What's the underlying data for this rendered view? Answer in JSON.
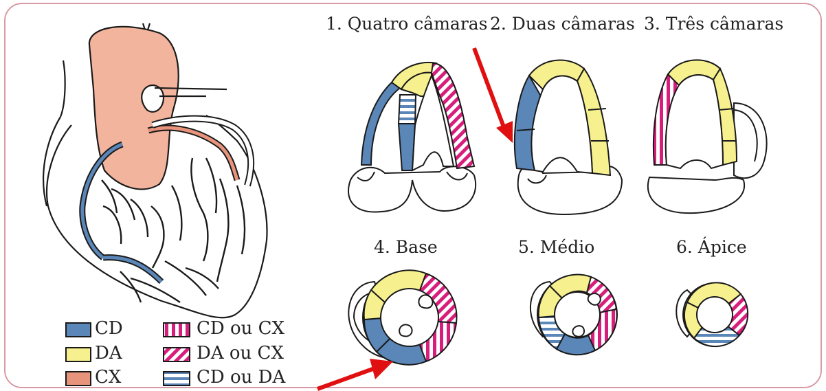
{
  "views": {
    "v1": "1. Quatro câmaras",
    "v2": "2. Duas câmaras",
    "v3": "3. Três câmaras",
    "v4": "4. Base",
    "v5": "5. Médio",
    "v6": "6. Ápice"
  },
  "legend": {
    "cd": "CD",
    "da": "DA",
    "cx": "CX",
    "cd_cx": "CD ou CX",
    "da_cx": "DA ou CX",
    "cd_da": "CD ou DA"
  },
  "colors": {
    "cd": "#5b86b8",
    "da": "#f7f08f",
    "cx": "#e8947c",
    "pink": "#d81e7c",
    "arrow": "#e01010",
    "frame": "#d99aa6"
  },
  "icons": {
    "anatomy": "heart-coronary-arteries-illustration",
    "arrows": "red-pointer-arrow"
  }
}
